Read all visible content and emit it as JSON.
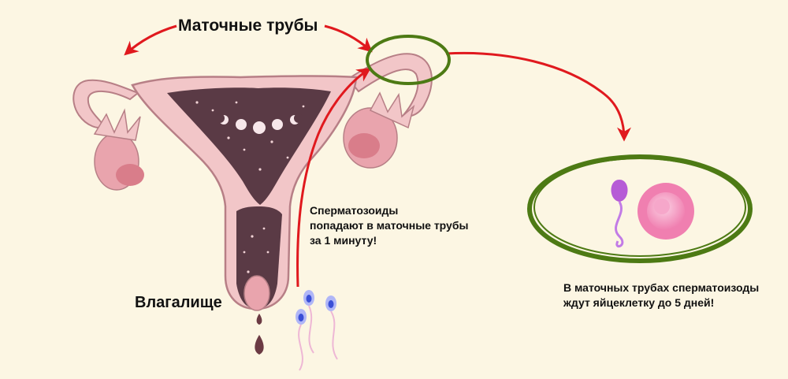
{
  "labels": {
    "fallopian_tubes": "Маточные трубы",
    "vagina": "Влагалище"
  },
  "captions": {
    "sperm_travel": [
      "Сперматозоиды",
      "попадают в маточные трубы",
      "за 1 минуту!"
    ],
    "sperm_wait": [
      "В маточных трубах сперматоизоды",
      "ждут яйцеклетку до 5 дней!"
    ]
  },
  "colors": {
    "background": "#fcf6e3",
    "uterus_outer": "#f2c6c8",
    "uterus_outline": "#b77f86",
    "uterus_cavity": "#5a3a45",
    "ovary": "#e9a4ad",
    "arrow": "#e0191e",
    "highlight_ring": "#4d7a14",
    "egg": "#f07fb0",
    "sperm_head": "#b65bd6",
    "sperm_tail": "#c27be6"
  }
}
